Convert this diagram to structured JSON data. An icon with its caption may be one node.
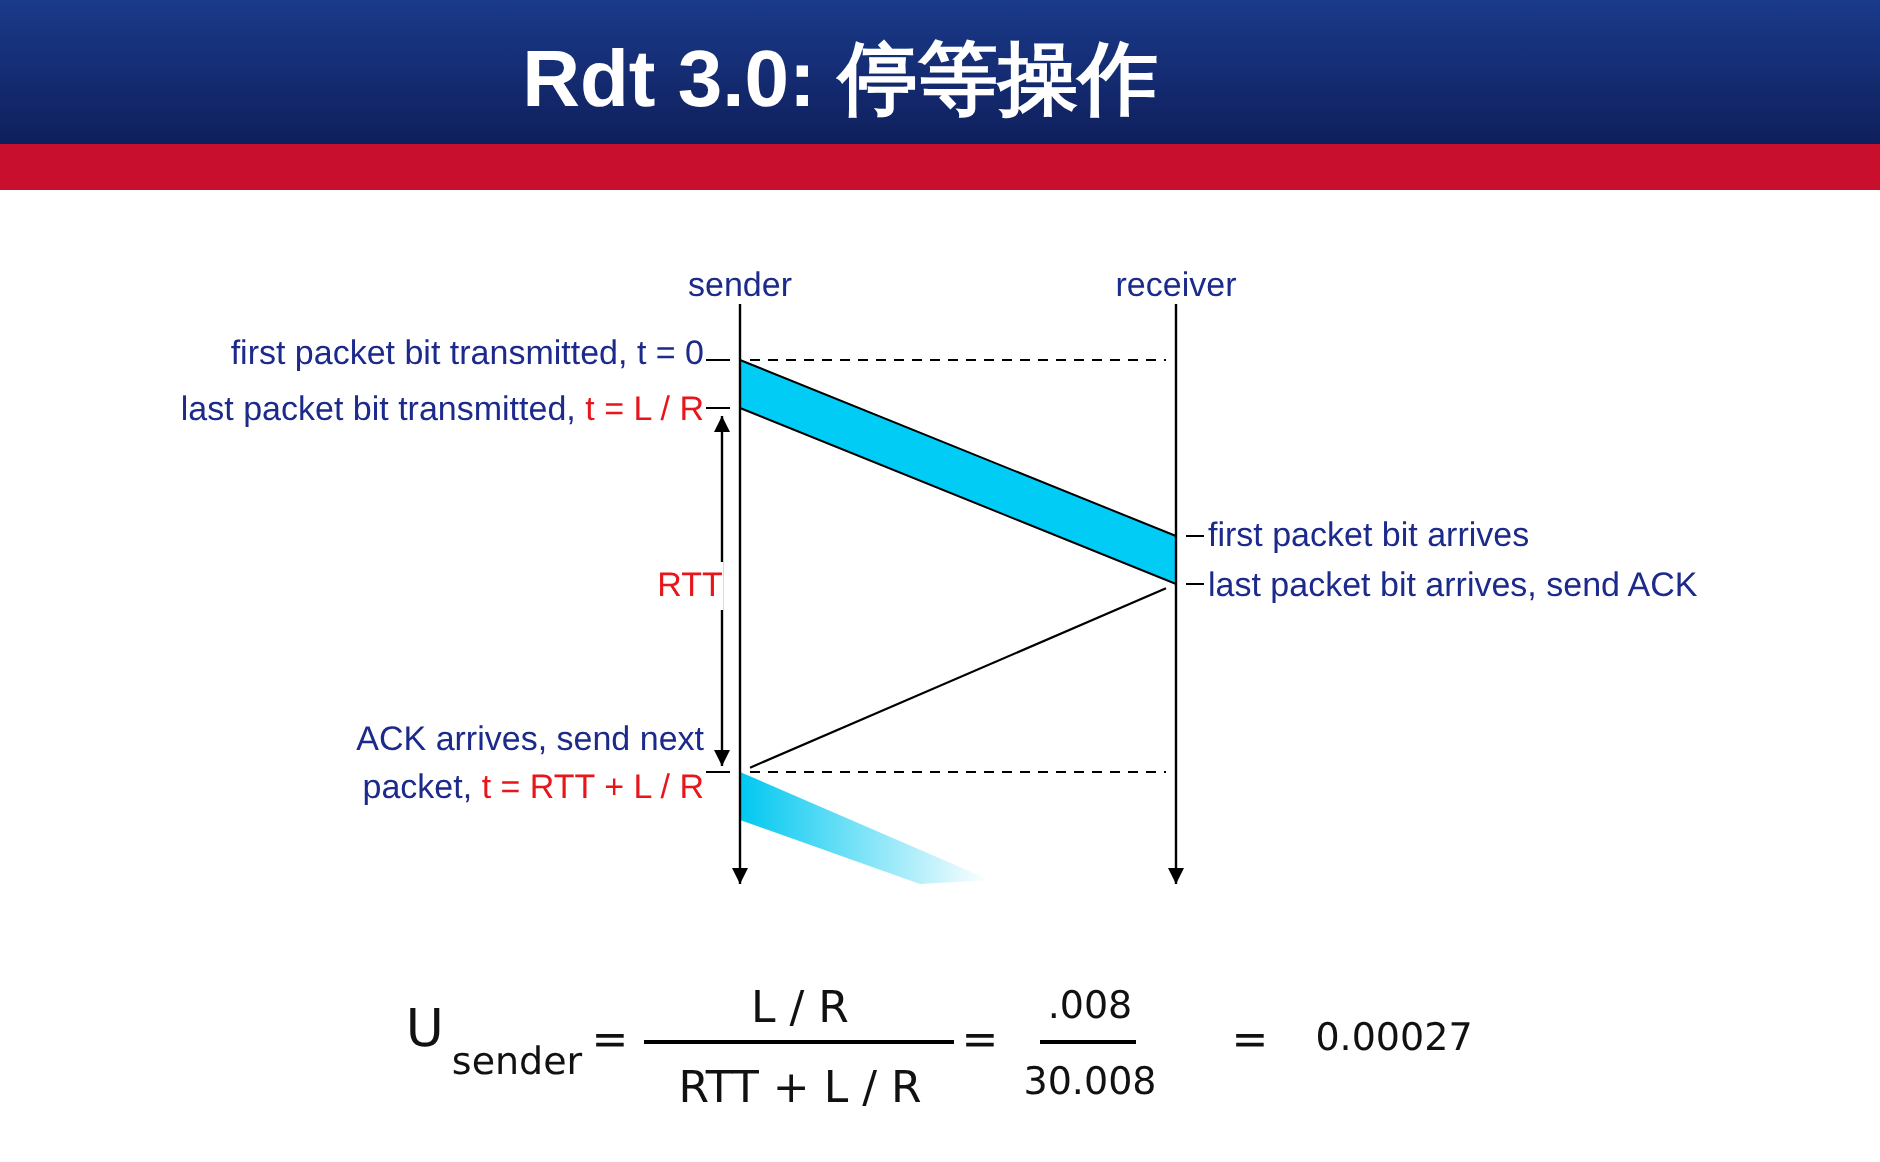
{
  "diagram": {
    "title": "Rdt 3.0: 停等操作",
    "nodes": [
      {
        "text": [
          "first packet bit transmitted, t = 0"
        ]
      },
      {
        "text": [
          "last packet bit transmitted,",
          "t = L / R"
        ]
      },
      {
        "text": [
          "first packet bit arrives"
        ]
      },
      {
        "text": [
          "last packet bit arrives, send ACK"
        ]
      },
      {
        "text": [
          "ACK arrives, send next packet,",
          "t = RTT + L / R"
        ]
      },
      {
        "text": [],
        "shape": "line",
        "beside": [
          "sender"
        ]
      },
      {
        "text": [],
        "shape": "line",
        "beside": [
          "receiver"
        ]
      }
    ],
    "edges": [
      {
        "from": 0,
        "to": 5,
        "arrow": "none"
      },
      {
        "from": 1,
        "to": 5,
        "arrow": "none"
      },
      {
        "from": 2,
        "to": 6,
        "arrow": "none"
      },
      {
        "from": 3,
        "to": 6,
        "arrow": "none"
      },
      {
        "from": 4,
        "to": 5,
        "arrow": "none"
      },
      {
        "from": 5,
        "to": 6,
        "arrow": "none",
        "style": "dashed"
      },
      {
        "from": 5,
        "to": 6,
        "arrow": "none",
        "style": "dashed"
      },
      {
        "from": 6,
        "to": 5,
        "arrow": "none"
      }
    ],
    "labels": [
      "RTT",
      "U$_{sender}$",
      "=",
      "L / R",
      "RTT + L / R",
      "=",
      ".008",
      "30.008",
      "=",
      "0.00027"
    ]
  }
}
